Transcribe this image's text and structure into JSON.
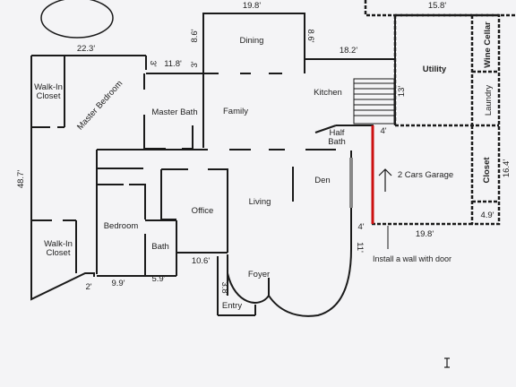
{
  "plan": {
    "rooms": {
      "dining": "Dining",
      "kitchen": "Kitchen",
      "utility": "Utility",
      "wine_cellar": "Wine Cellar",
      "laundry": "Laundry",
      "family": "Family",
      "master_bath": "Master Bath",
      "master_bedroom": "Master Bedroom",
      "walk_in_closet_top": "Walk-In Closet",
      "walk_in_closet_bottom": "Walk-In Closet",
      "half_bath": "Half Bath",
      "den": "Den",
      "garage": "2 Cars Garage",
      "closet": "Closet",
      "living": "Living",
      "office": "Office",
      "bedroom": "Bedroom",
      "bath": "Bath",
      "foyer": "Foyer",
      "entry": "Entry"
    },
    "dimensions": {
      "top_left_wall": "22.3'",
      "dining_top": "19.8'",
      "right_top": "15.8'",
      "dining_left": "8.6'",
      "dining_right": "8.6'",
      "step_3_top": "3'",
      "master_bath_top": "11.8'",
      "step_3_left": "3'",
      "kitchen_top": "18.2'",
      "kitchen_side": "13'",
      "half_bath_4": "4'",
      "garage_side": "16.4'",
      "closet_4_9": "4.9'",
      "left_wall": "48.7'",
      "garage_bottom": "19.8'",
      "den_4": "4'",
      "den_11": "11'",
      "bottom_2": "2'",
      "bottom_9_9": "9.9'",
      "bottom_5_9": "5.9'",
      "office_10_6": "10.6'",
      "entry_3_8": "3.8'"
    },
    "annotation": "Install a wall with door",
    "colors": {
      "wall": "#1a1a1a",
      "new_wall": "#cc1111",
      "background": "#f4f4f6"
    },
    "icons": {
      "garage_arrow": "up-arrow-icon",
      "cursor": "text-cursor-icon"
    }
  }
}
